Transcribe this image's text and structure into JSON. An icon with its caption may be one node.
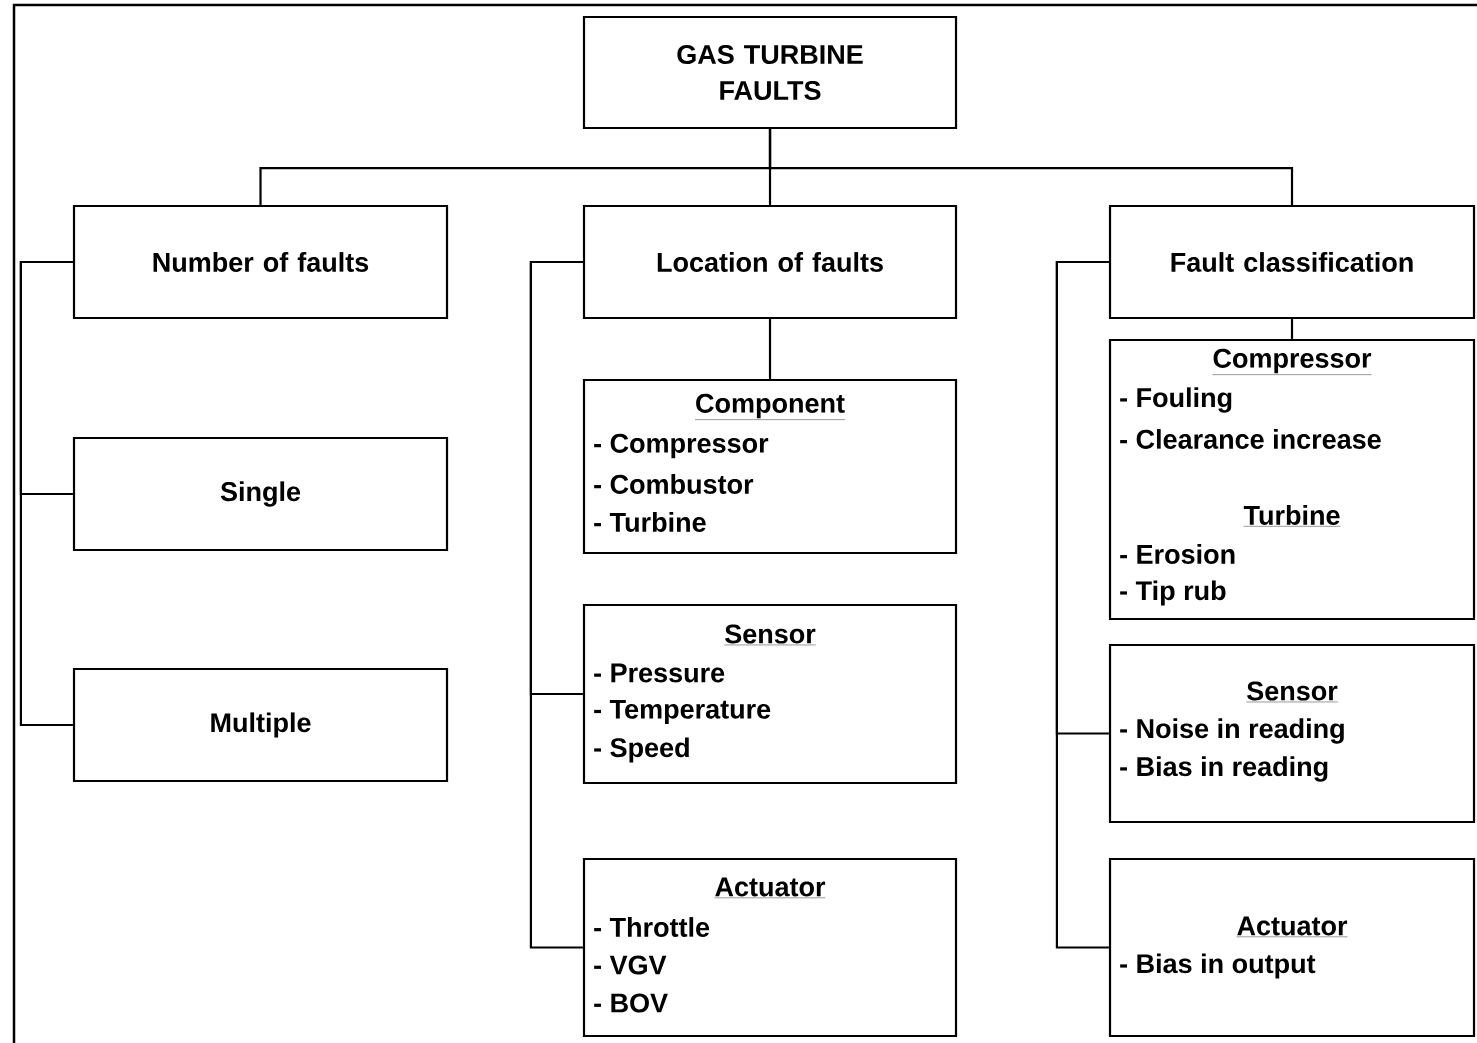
{
  "diagram": {
    "nodes": [
      {
        "text": [
          "GAS TURBINE FAULTS"
        ]
      },
      {
        "text": [
          "Number of faults"
        ]
      },
      {
        "text": [
          "Location of faults"
        ]
      },
      {
        "text": [
          "Fault classification"
        ]
      },
      {
        "text": [
          "Single"
        ]
      },
      {
        "text": [
          "Multiple"
        ]
      },
      {
        "text": [
          "Component",
          "- Compressor",
          "- Combustor",
          "- Turbine"
        ]
      },
      {
        "text": [
          "Sensor",
          "- Pressure",
          "- Temperature",
          "- Speed"
        ]
      },
      {
        "text": [
          "Actuator",
          "- Throttle",
          "- VGV",
          "- BOV"
        ]
      },
      {
        "text": [
          "Compressor",
          "- Fouling",
          "- Clearance increase",
          "Turbine",
          "- Erosion",
          "- Tip rub"
        ]
      },
      {
        "text": [
          "Sensor",
          "- Noise in reading",
          "- Bias in reading"
        ]
      },
      {
        "text": [
          "Actuator",
          "- Bias in output"
        ]
      }
    ],
    "edges": [
      {
        "from": 0,
        "to": 1,
        "arrow": "none"
      },
      {
        "from": 0,
        "to": 2,
        "arrow": "none"
      },
      {
        "from": 0,
        "to": 3,
        "arrow": "none"
      },
      {
        "from": 1,
        "to": 4,
        "arrow": "none"
      },
      {
        "from": 1,
        "to": 5,
        "arrow": "none"
      },
      {
        "from": 2,
        "to": 6,
        "arrow": "none"
      },
      {
        "from": 2,
        "to": 7,
        "arrow": "none"
      },
      {
        "from": 2,
        "to": 8,
        "arrow": "none"
      },
      {
        "from": 3,
        "to": 9,
        "arrow": "none"
      },
      {
        "from": 3,
        "to": 10,
        "arrow": "none"
      },
      {
        "from": 3,
        "to": 11,
        "arrow": "none"
      }
    ]
  }
}
